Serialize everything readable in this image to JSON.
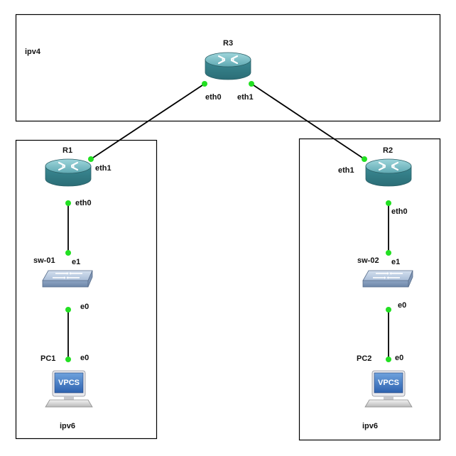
{
  "zones": {
    "ipv4": {
      "label": "ipv4"
    },
    "left_ipv6": {
      "label": "ipv6"
    },
    "right_ipv6": {
      "label": "ipv6"
    }
  },
  "nodes": {
    "R3": {
      "label": "R3",
      "type": "router"
    },
    "R1": {
      "label": "R1",
      "type": "router"
    },
    "R2": {
      "label": "R2",
      "type": "router"
    },
    "sw01": {
      "label": "sw-01",
      "type": "switch"
    },
    "sw02": {
      "label": "sw-02",
      "type": "switch"
    },
    "PC1": {
      "label": "PC1",
      "type": "vpcs",
      "screen_text": "VPCS"
    },
    "PC2": {
      "label": "PC2",
      "type": "vpcs",
      "screen_text": "VPCS"
    }
  },
  "ports": {
    "r3_eth0": "eth0",
    "r3_eth1": "eth1",
    "r1_eth1": "eth1",
    "r1_eth0": "eth0",
    "r2_eth1": "eth1",
    "r2_eth0": "eth0",
    "sw01_e1": "e1",
    "sw01_e0": "e0",
    "pc1_e0": "e0",
    "sw02_e1": "e1",
    "sw02_e0": "e0",
    "pc2_e0": "e0"
  },
  "links": [
    {
      "from": "R3",
      "from_port": "eth0",
      "to": "R1",
      "to_port": "eth1"
    },
    {
      "from": "R3",
      "from_port": "eth1",
      "to": "R2",
      "to_port": "eth1"
    },
    {
      "from": "R1",
      "from_port": "eth0",
      "to": "sw-01",
      "to_port": "e1"
    },
    {
      "from": "sw-01",
      "from_port": "e0",
      "to": "PC1",
      "to_port": "e0"
    },
    {
      "from": "R2",
      "from_port": "eth0",
      "to": "sw-02",
      "to_port": "e1"
    },
    {
      "from": "sw-02",
      "from_port": "e0",
      "to": "PC2",
      "to_port": "e0"
    }
  ],
  "colors": {
    "port_up": "#22e022",
    "link": "#000000",
    "router_body": "#3f8e99",
    "switch_body": "#8fa6c6"
  }
}
